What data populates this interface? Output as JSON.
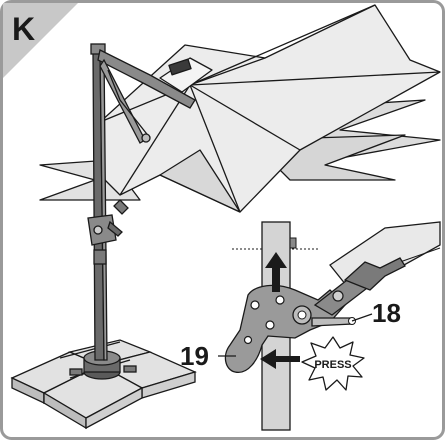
{
  "figure": {
    "step_label": "K",
    "callouts": [
      {
        "id": "18",
        "text": "18"
      },
      {
        "id": "19",
        "text": "19"
      }
    ],
    "press_label": "PRESS"
  },
  "colors": {
    "outline": "#1a1a1a",
    "frame_gray": "#c8c8c8",
    "canopy_fill": "#e9e9e9",
    "canopy_shadow": "#cfcfcf",
    "pole_dark": "#5a5a5a",
    "pole_mid": "#8a8a8a",
    "base_tile": "#e2e2e2",
    "detail_mount": "#9a9a9a"
  },
  "icons": [
    "up-arrow-icon",
    "left-arrow-icon",
    "press-burst-icon"
  ]
}
